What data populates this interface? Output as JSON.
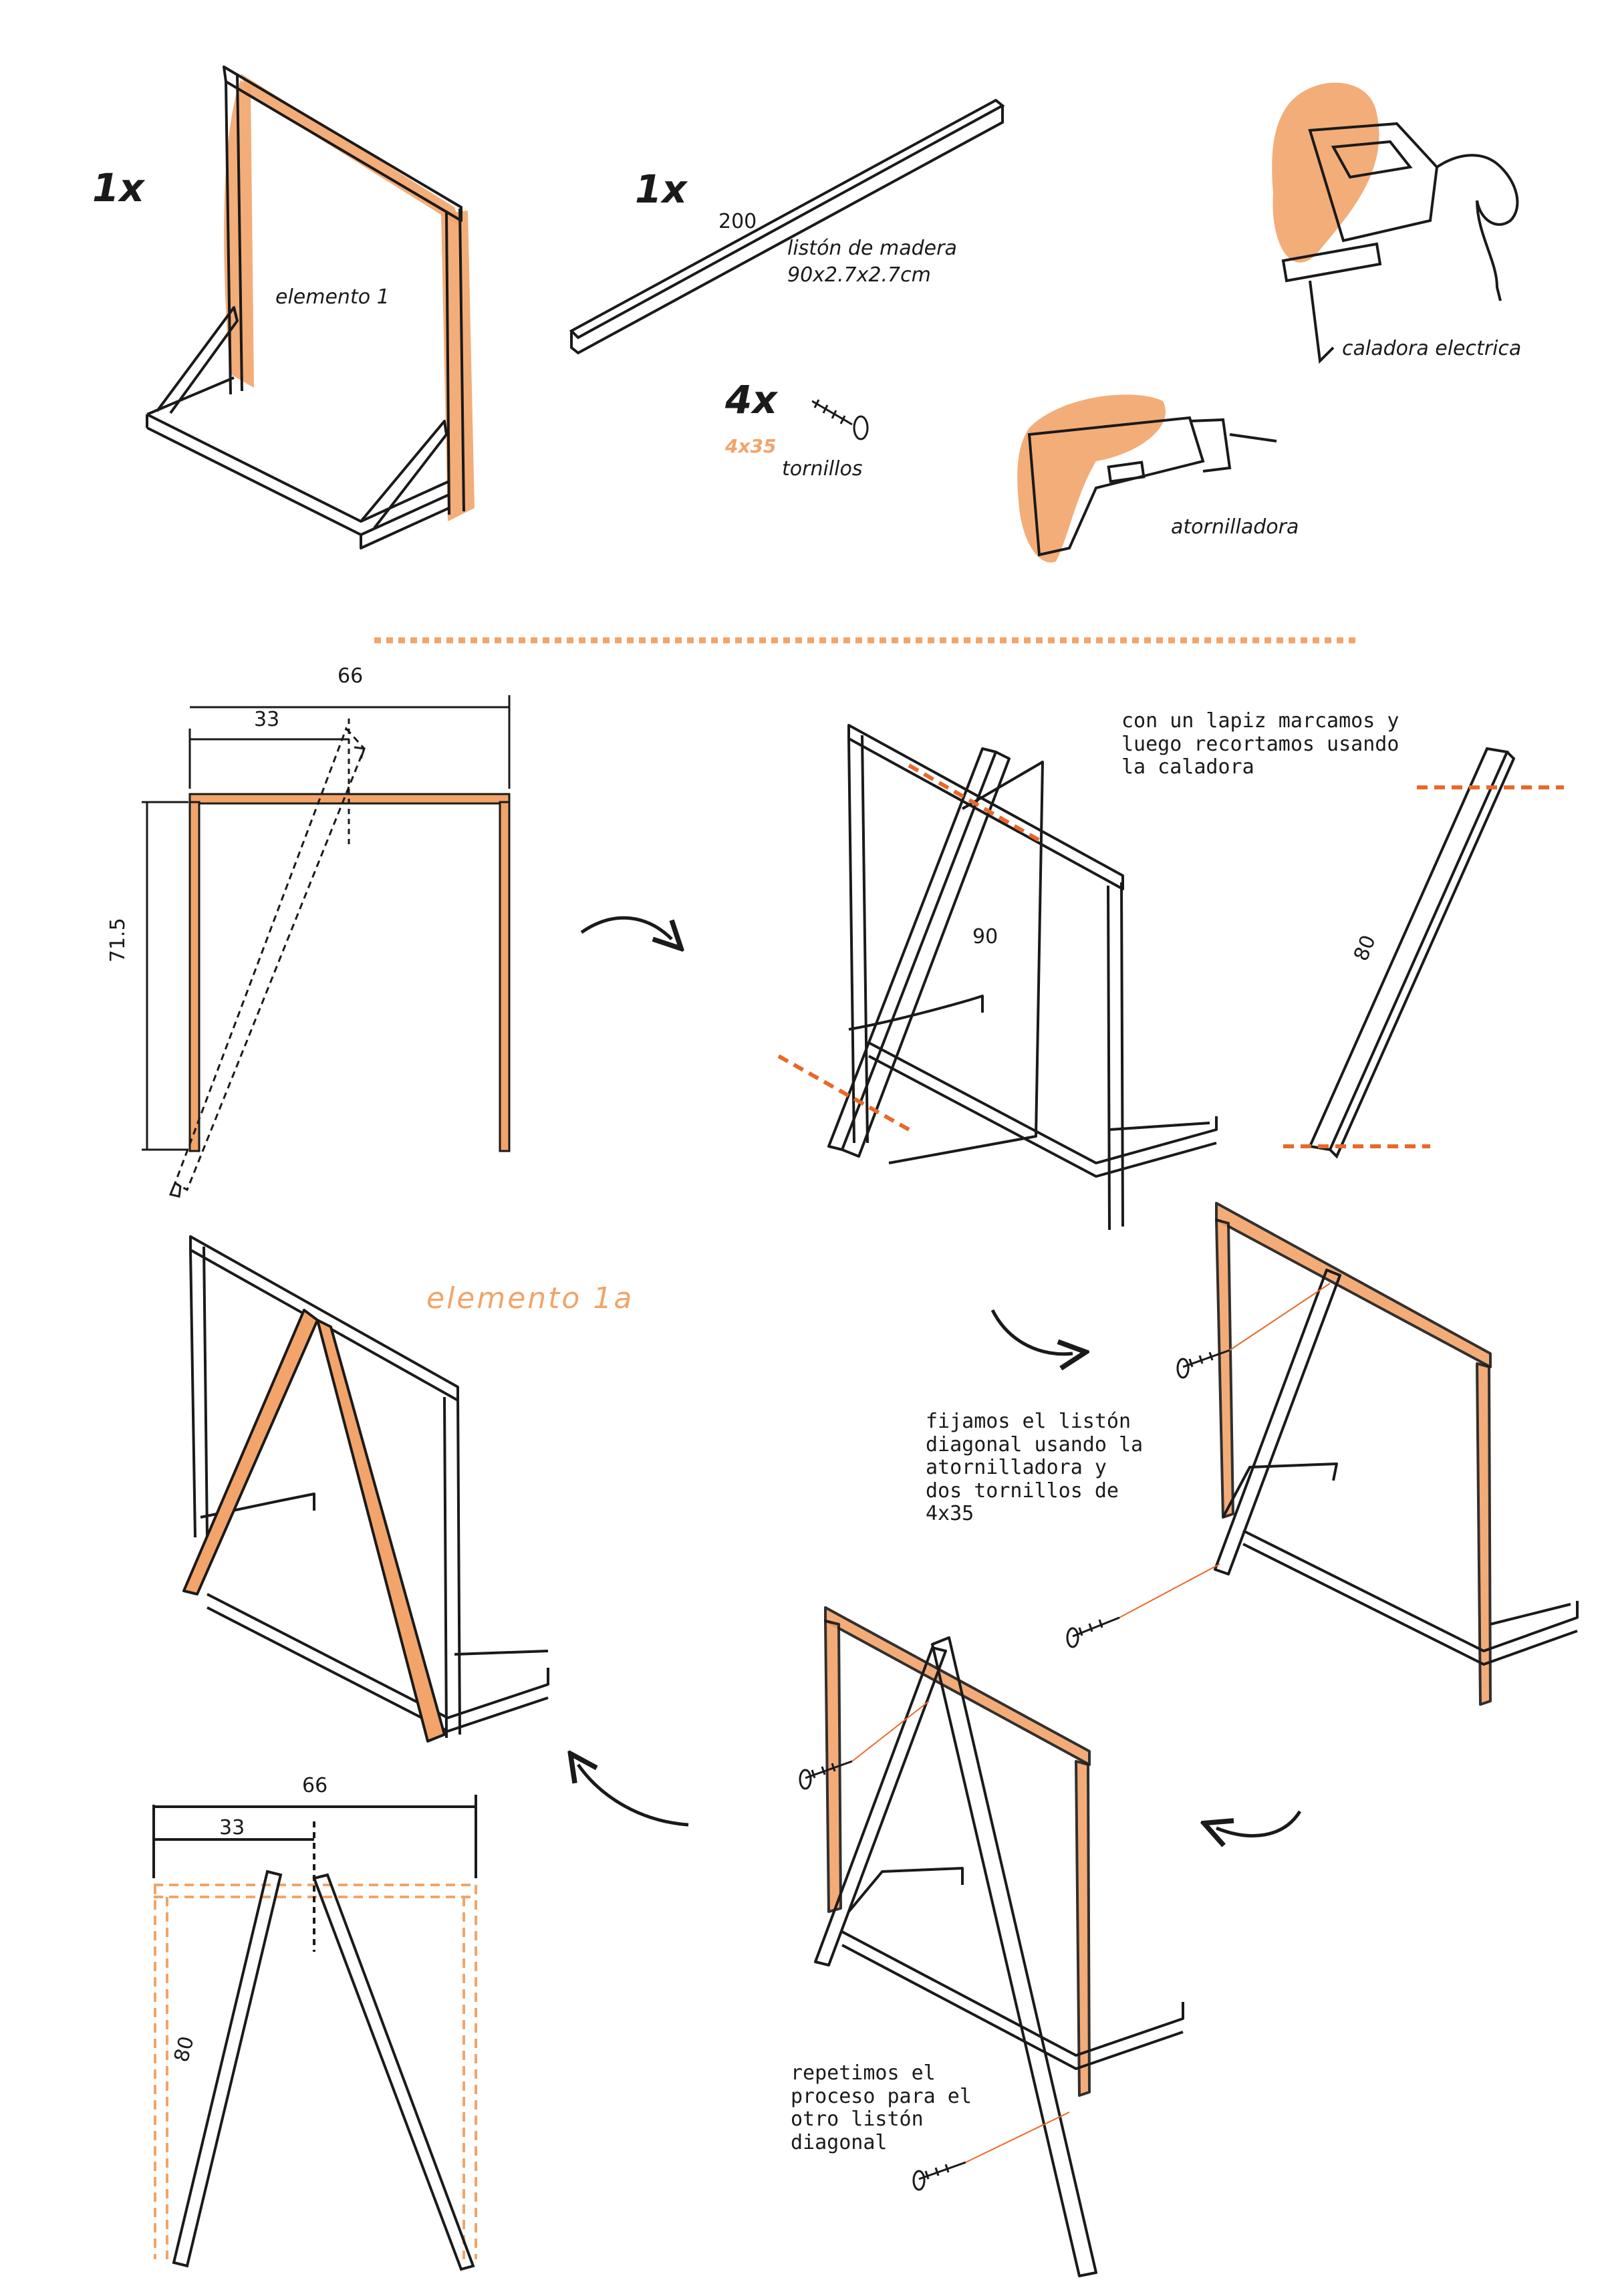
{
  "materials": {
    "element_qty": "1x",
    "element_label": "elemento 1",
    "batten_qty": "1x",
    "batten_length": "200",
    "batten_name": "listón de madera",
    "batten_size": "90x2.7x2.7cm",
    "screw_qty": "4x",
    "screw_size": "4x35",
    "screw_label": "tornillos",
    "jigsaw_label": "caladora electrica",
    "drill_label": "atornilladora"
  },
  "step1": {
    "width_total": "66",
    "width_half": "33",
    "height": "71.5"
  },
  "step2": {
    "cut_note": "con un lapiz marcamos y luego recortamos usando la caladora",
    "diagonal_length": "90",
    "cut_length": "80"
  },
  "step3": {
    "fix_note": "fijamos el listón diagonal usando la atornilladora y dos tornillos de 4x35"
  },
  "step4": {
    "repeat_note": "repetimos el proceso para el otro listón diagonal"
  },
  "result": {
    "label": "elemento 1a",
    "width_total": "66",
    "width_half": "33",
    "leg_length": "80"
  },
  "colors": {
    "accent": "#f2a46a",
    "accent_dark": "#e8692a",
    "ink": "#1a1a1a"
  }
}
